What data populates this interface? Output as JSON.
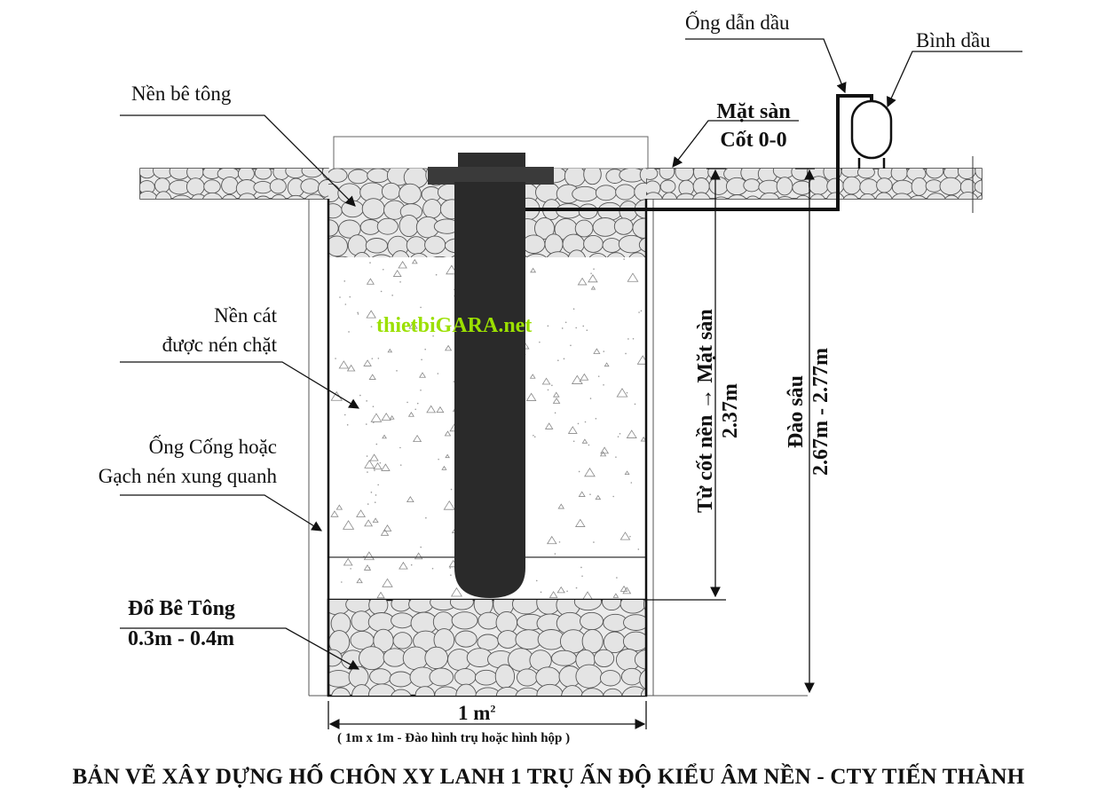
{
  "labels": {
    "oil_pipe": "Ống dẫn dầu",
    "oil_tank": "Bình dầu",
    "concrete_base": "Nền bê tông",
    "floor_line1": "Mặt sàn",
    "floor_line2": "Cốt 0-0",
    "sand_line1": "Nền cát",
    "sand_line2": "được nén chặt",
    "culvert_line1": "Ống Cống hoặc",
    "culvert_line2": "Gạch nén xung quanh",
    "pour_line1": "Đổ Bê Tông",
    "pour_line2": "0.3m - 0.4m",
    "watermark": "thietbiGARA.net",
    "dim_floor_line1": "Từ cốt nền → Mặt sàn",
    "dim_floor_line2": "2.37m",
    "dim_depth_line1": "Đào sâu",
    "dim_depth_line2": "2.67m - 2.77m",
    "width_main": "1 m",
    "width_sup": "2",
    "width_note": "( 1m x 1m - Đào hình trụ hoặc hình hộp )"
  },
  "title": "BẢN VẼ XÂY DỰNG HỐ CHÔN XY LANH 1 TRỤ ẤN ĐỘ KIỂU ÂM NỀN - CTY TIẾN THÀNH",
  "colors": {
    "cylinder": "#2a2a2a",
    "stone_fill": "#e4e4e4",
    "stone_stroke": "#555555",
    "watermark": "#9be000"
  }
}
